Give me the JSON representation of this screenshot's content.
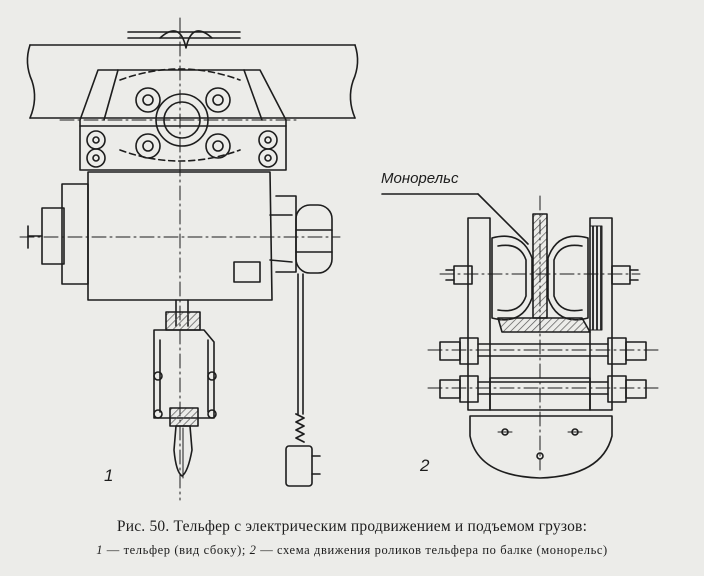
{
  "figure": {
    "callout": "Монорельс",
    "view_1_label": "1",
    "view_2_label": "2"
  },
  "caption": {
    "title": "Рис. 50. Тельфер с электрическим продвижением и подъемом грузов:",
    "n1": "1",
    "t1": " — тельфер (вид сбоку); ",
    "n2": "2",
    "t2": " — схема движения роликов тельфера по балке (монорельс)"
  },
  "colors": {
    "ink": "#1d1d1d",
    "paper": "#ecece9",
    "hatch": "#555555"
  }
}
